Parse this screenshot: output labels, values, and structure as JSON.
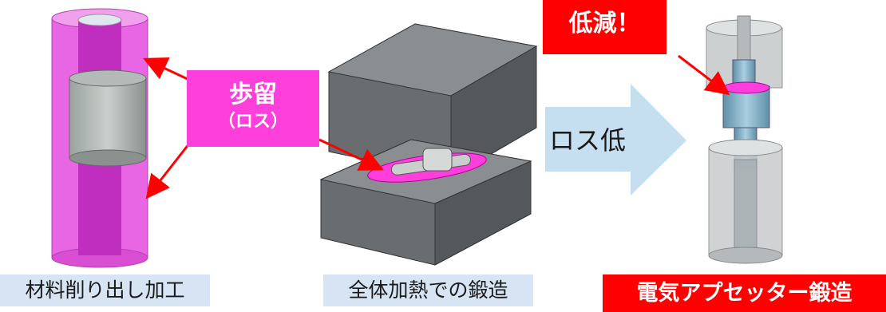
{
  "callouts": {
    "yield_title": "歩留",
    "yield_sub": "（ロス）",
    "reduction": "低減！",
    "arrow_text": "ロス低"
  },
  "captions": {
    "machining": "材料削り出し加工",
    "full_heating": "全体加熱での鍛造",
    "upsetter": "電気アプセッター鍛造"
  },
  "colors": {
    "loss_magenta": "#ff3fdc",
    "alert_red": "#ff0000",
    "caption_blue": "#d6e4f3",
    "arrow_blue": "#c5dff0"
  }
}
